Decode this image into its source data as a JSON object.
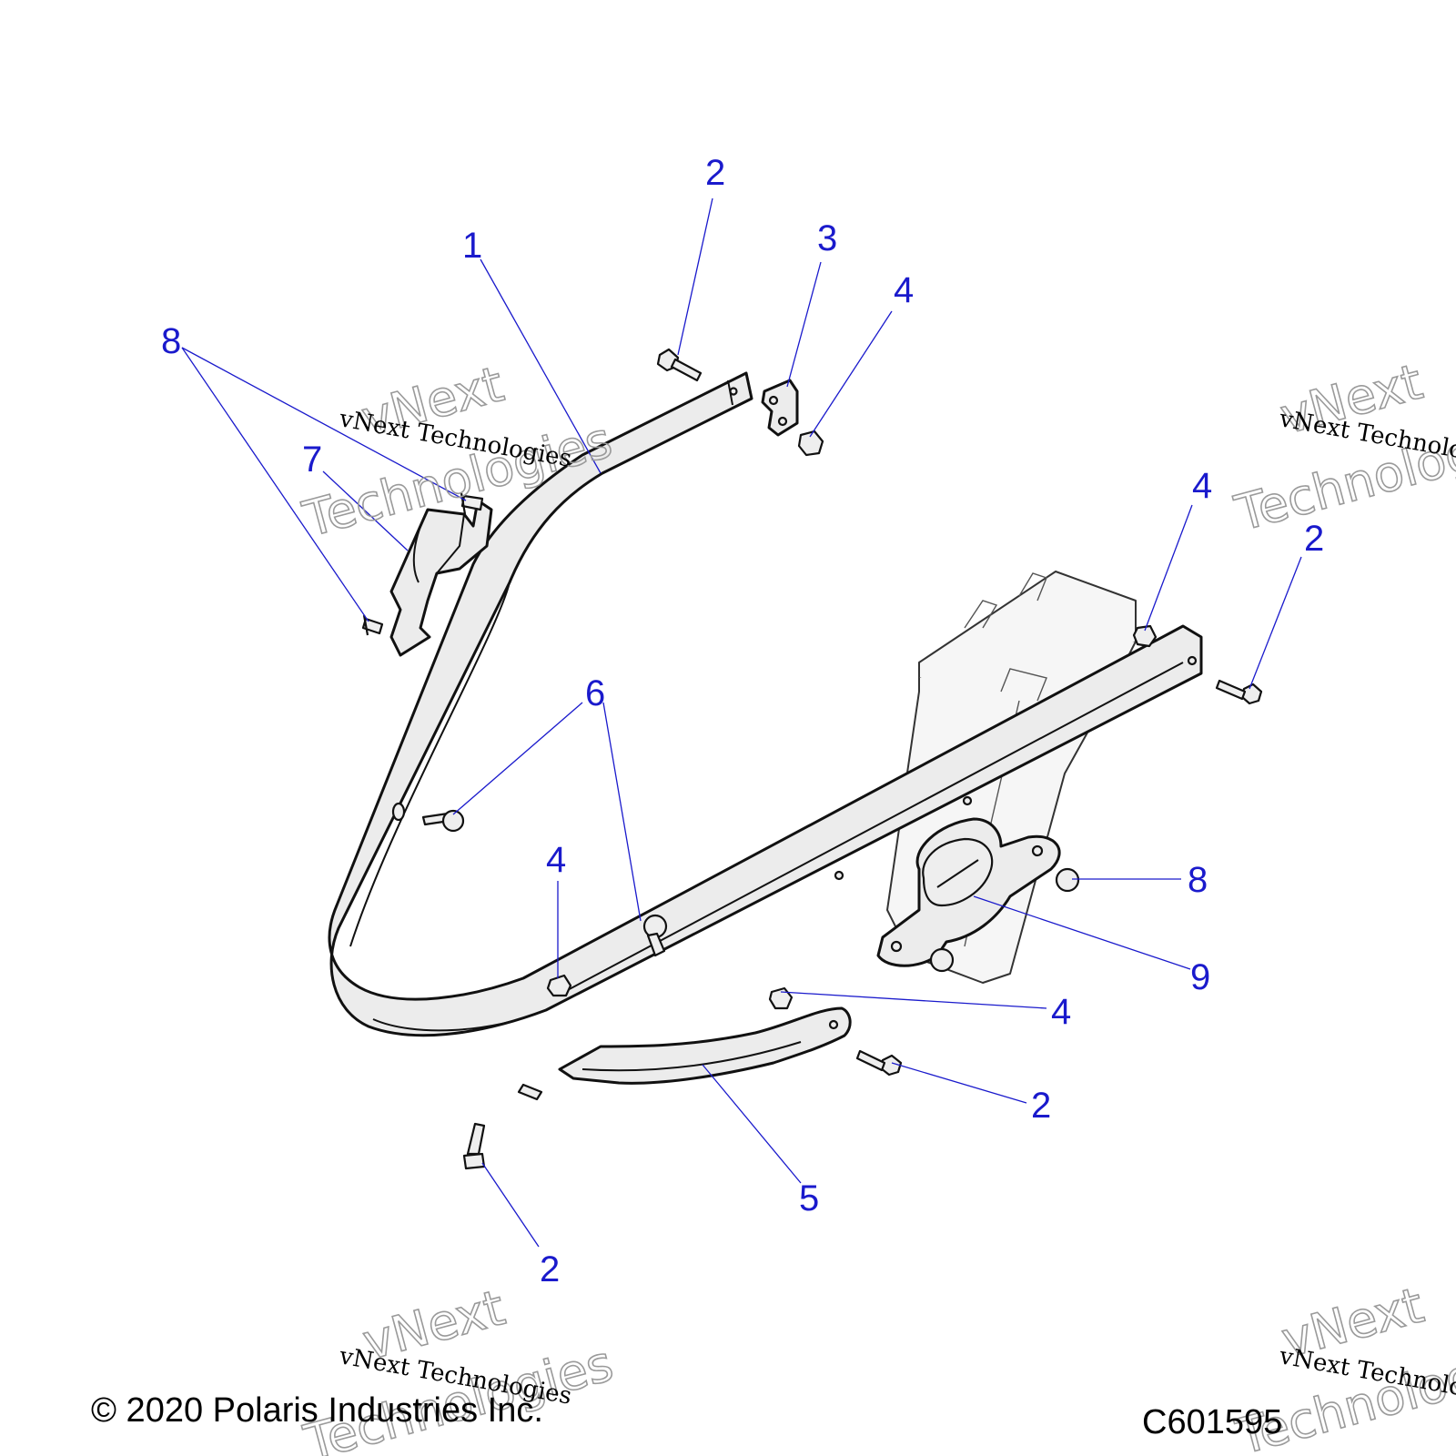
{
  "callouts": [
    {
      "id": "c-1",
      "label": "1"
    },
    {
      "id": "c-2a",
      "label": "2"
    },
    {
      "id": "c-3",
      "label": "3"
    },
    {
      "id": "c-4a",
      "label": "4"
    },
    {
      "id": "c-8a",
      "label": "8"
    },
    {
      "id": "c-7",
      "label": "7"
    },
    {
      "id": "c-4b",
      "label": "4"
    },
    {
      "id": "c-2b",
      "label": "2"
    },
    {
      "id": "c-6",
      "label": "6"
    },
    {
      "id": "c-4c",
      "label": "4"
    },
    {
      "id": "c-8b",
      "label": "8"
    },
    {
      "id": "c-9",
      "label": "9"
    },
    {
      "id": "c-4d",
      "label": "4"
    },
    {
      "id": "c-2c",
      "label": "2"
    },
    {
      "id": "c-5",
      "label": "5"
    },
    {
      "id": "c-2d",
      "label": "2"
    }
  ],
  "footer": {
    "copyright": "© 2020 Polaris Industries Inc.",
    "drawing_number": "C601595"
  },
  "watermark": {
    "small_text": "vNext Technologies",
    "big_line1": "vNext",
    "big_line2": "Technologies"
  },
  "colors": {
    "callout": "#1a1acc",
    "outline": "#111111",
    "part_fill": "#ececec"
  }
}
